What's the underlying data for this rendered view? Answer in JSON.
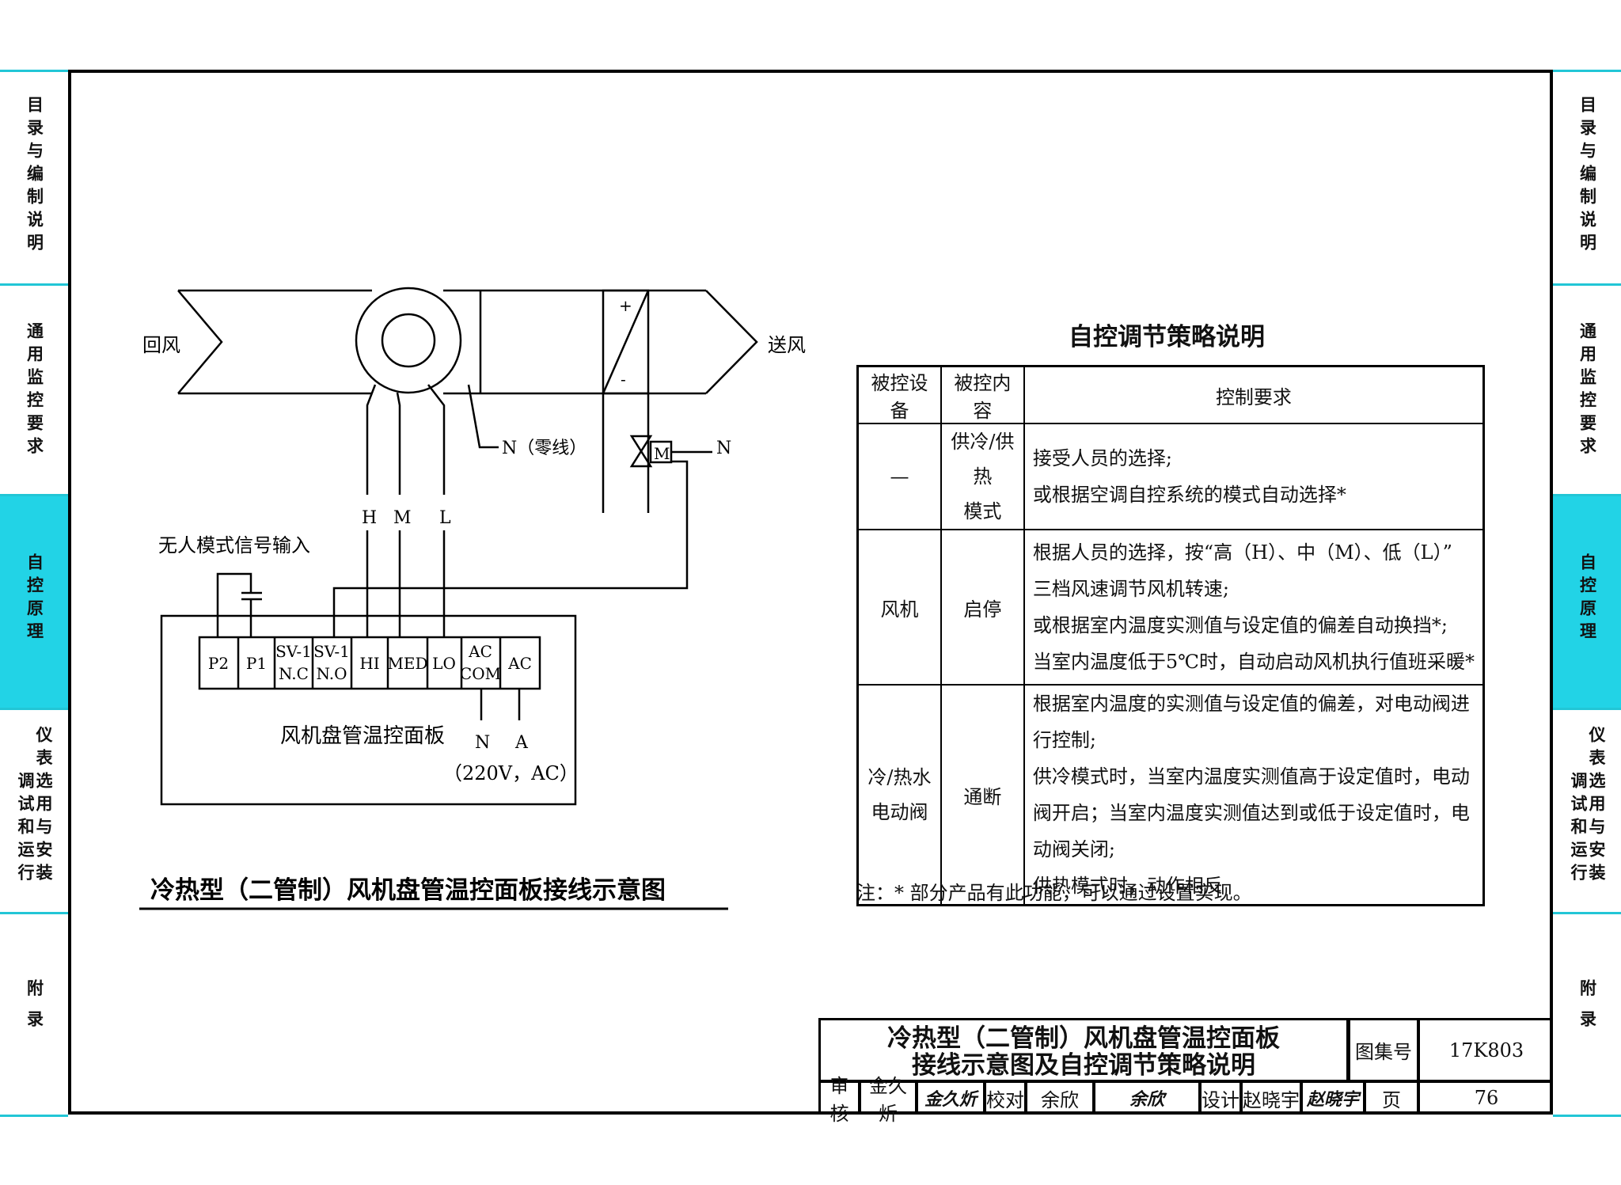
{
  "side_tabs": {
    "left": [
      {
        "label": "目录与编制说明",
        "active": false
      },
      {
        "label": "通用监控要求",
        "active": false
      },
      {
        "label": "自控原理",
        "active": true
      },
      {
        "label": "仪表选用与安装",
        "label2": "调试和运行",
        "active": false
      },
      {
        "label": "附录",
        "active": false
      }
    ],
    "right": [
      {
        "label": "目录与编制说明",
        "active": false
      },
      {
        "label": "通用监控要求",
        "active": false
      },
      {
        "label": "自控原理",
        "active": true
      },
      {
        "label": "仪表选用与安装",
        "label2": "调试和运行",
        "active": false
      },
      {
        "label": "附录",
        "active": false
      }
    ],
    "active_color": "#22d3e6",
    "line_color": "#22c6d6"
  },
  "diagram": {
    "return_air": "回风",
    "supply_air": "送风",
    "neutral_label": "N（零线）",
    "valve_motor": "M",
    "valve_n": "N",
    "coil_plus": "+",
    "coil_minus": "-",
    "speed_h": "H",
    "speed_m": "M",
    "speed_l": "L",
    "unmanned_input": "无人模式信号输入",
    "terminals": [
      {
        "line1": "P2",
        "line2": ""
      },
      {
        "line1": "P1",
        "line2": ""
      },
      {
        "line1": "SV-1",
        "line2": "N.C"
      },
      {
        "line1": "SV-1",
        "line2": "N.O"
      },
      {
        "line1": "HI",
        "line2": ""
      },
      {
        "line1": "MED",
        "line2": ""
      },
      {
        "line1": "LO",
        "line2": ""
      },
      {
        "line1": "AC",
        "line2": "COM"
      },
      {
        "line1": "AC",
        "line2": ""
      }
    ],
    "panel_label": "风机盘管温控面板",
    "power_n": "N",
    "power_a": "A",
    "power_spec": "（220V，AC）",
    "title": "冷热型（二管制）风机盘管温控面板接线示意图"
  },
  "strategy": {
    "title": "自控调节策略说明",
    "headers": [
      "被控设备",
      "被控内容",
      "控制要求"
    ],
    "rows": [
      {
        "device": "—",
        "content": [
          "供冷/供热",
          "模式"
        ],
        "requirements": [
          "接受人员的选择;",
          "或根据空调自控系统的模式自动选择*"
        ]
      },
      {
        "device": "风机",
        "content": [
          "启停"
        ],
        "requirements": [
          "根据人员的选择，按“高（H）、中（M）、低（L）”",
          "三档风速调节风机转速;",
          "或根据室内温度实测值与设定值的偏差自动换挡*;",
          "当室内温度低于5℃时，自动启动风机执行值班采暖*"
        ]
      },
      {
        "device": "冷/热水电动阀",
        "content": [
          "通断"
        ],
        "requirements": [
          "根据室内温度的实测值与设定值的偏差，对电动阀进",
          "行控制;",
          "供冷模式时，当室内温度实测值高于设定值时，电动",
          "阀开启；当室内温度实测值达到或低于设定值时，电",
          "动阀关闭;",
          "供热模式时，动作相反"
        ]
      }
    ],
    "note": "注：* 部分产品有此功能，可以通过设置实现。"
  },
  "title_block": {
    "title_line1": "冷热型（二管制）风机盘管温控面板",
    "title_line2": "接线示意图及自控调节策略说明",
    "atlas_label": "图集号",
    "atlas_no": "17K803",
    "review_label": "审核",
    "reviewer": "金久炘",
    "reviewer_sig": "金久炘",
    "check_label": "校对",
    "checker": "余欣",
    "checker_sig": "余欣",
    "design_label": "设计",
    "designer": "赵晓宇",
    "designer_sig": "赵晓宇",
    "page_label": "页",
    "page_no": "76"
  }
}
